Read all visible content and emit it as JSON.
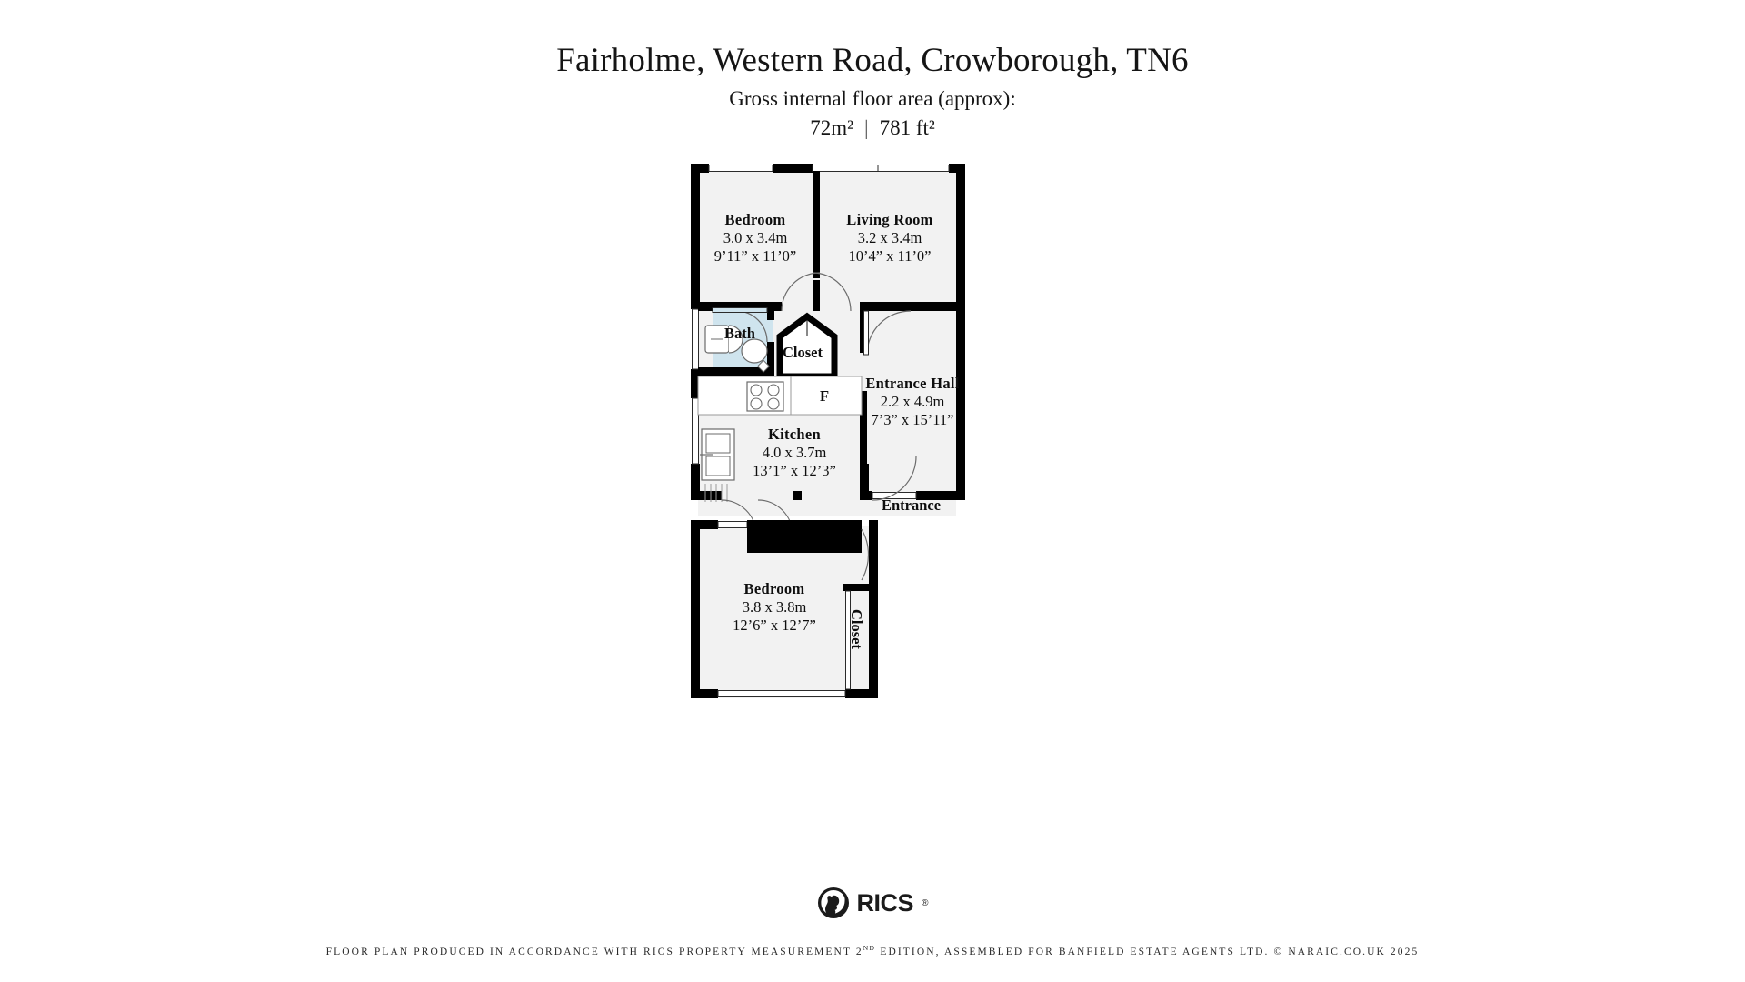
{
  "header": {
    "title": "Fairholme, Western Road, Crowborough, TN6",
    "area_caption": "Gross internal floor area (approx):",
    "area_metric": "72m²",
    "area_separator": "|",
    "area_imperial": "781 ft²"
  },
  "rooms": [
    {
      "id": "bedroom-top",
      "name": "Bedroom",
      "dim_metric": "3.0 x 3.4m",
      "dim_imperial": "9’11” x 11’0”"
    },
    {
      "id": "living-room",
      "name": "Living Room",
      "dim_metric": "3.2 x 3.4m",
      "dim_imperial": "10’4” x 11’0”"
    },
    {
      "id": "entrance-hall",
      "name": "Entrance Hall",
      "dim_metric": "2.2 x 4.9m",
      "dim_imperial": "7’3” x 15’11”"
    },
    {
      "id": "kitchen",
      "name": "Kitchen",
      "dim_metric": "4.0 x 3.7m",
      "dim_imperial": "13’1” x 12’3”"
    },
    {
      "id": "bedroom-bottom",
      "name": "Bedroom",
      "dim_metric": "3.8 x 3.8m",
      "dim_imperial": "12’6” x 12’7”"
    }
  ],
  "small_labels": {
    "bath": "Bath",
    "closet_upper": "Closet",
    "fridge": "F",
    "entrance": "Entrance",
    "closet_lower": "Closet"
  },
  "logo": {
    "wordmark": "RICS",
    "registered": "®"
  },
  "footer": {
    "part1": "FLOOR PLAN PRODUCED IN ACCORDANCE WITH RICS PROPERTY MEASUREMENT 2",
    "ordinal": "ND",
    "part2": " EDITION, ASSEMBLED FOR BANFIELD ESTATE AGENTS LTD. © NARAIC.CO.UK 2025"
  },
  "colors": {
    "wall": "#000000",
    "floor_fill": "#f2f2f2",
    "bath_fill": "#cfe4ee",
    "background": "#ffffff",
    "text": "#111111"
  }
}
